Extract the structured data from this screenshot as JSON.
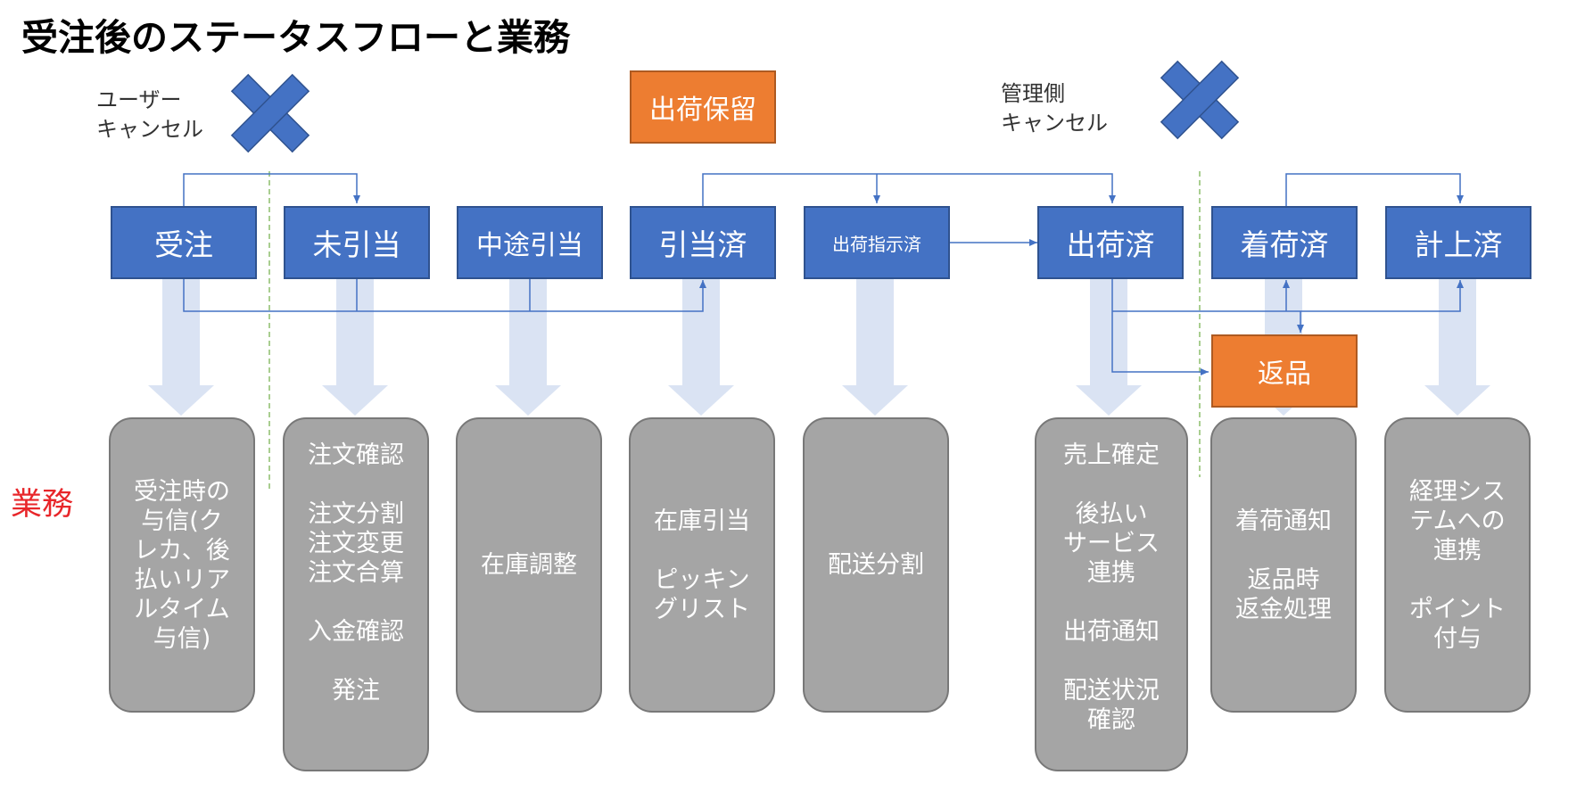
{
  "title": "受注後のステータスフローと業務",
  "notes": {
    "user_cancel": "ユーザー\nキャンセル",
    "admin_cancel": "管理側\nキャンセル"
  },
  "icons": [
    "cross-icon"
  ],
  "colors": {
    "status": "#4472c4",
    "exception": "#ed7d31",
    "task": "#a5a5a5",
    "arrow": "#dae3f3",
    "gyomu_label": "#e8262a"
  },
  "hold": "出荷保留",
  "statuses": {
    "juchu": "受注",
    "mihikiate": "未引当",
    "chuto": "中途引当",
    "hikiatezumi": "引当済",
    "shijizumi": "出荷指示済",
    "shukkazumi": "出荷済",
    "chakkazumi": "着荷済",
    "keijozumi": "計上済"
  },
  "returns": "返品",
  "gyomu_label": "業務",
  "tasks": {
    "juchu": "受注時の\n与信(ク\nレカ、後\n払いリア\nルタイム\n与信)",
    "mihikiate": "注文確認\n\n注文分割\n注文変更\n注文合算\n\n入金確認\n\n発注",
    "chuto": "在庫調整",
    "hikiatezumi": "在庫引当\n\nピッキン\nグリスト",
    "shijizumi": "配送分割",
    "shukkazumi": "売上確定\n\n後払い\nサービス\n連携\n\n出荷通知\n\n配送状況\n確認",
    "chakkazumi": "着荷通知\n\n返品時\n返金処理",
    "keijozumi": "経理シス\nテムへの\n連携\n\nポイント\n付与"
  }
}
